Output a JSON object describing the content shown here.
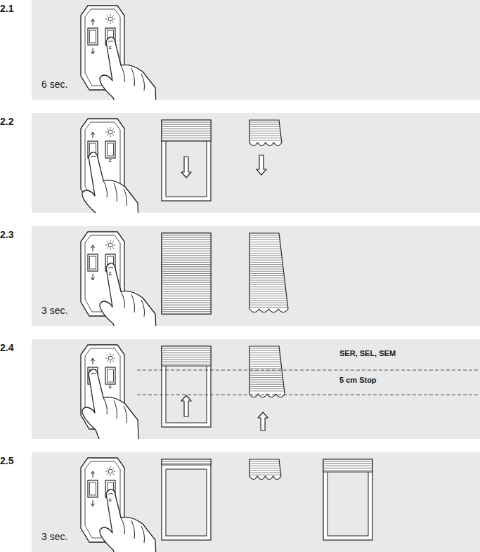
{
  "diagram": {
    "nodes": [
      {
        "text": [
          "2.1",
          "6 sec."
        ]
      },
      {
        "text": [
          "2.2"
        ]
      },
      {
        "text": [
          "2.3",
          "3 sec."
        ]
      },
      {
        "text": [
          "2.4",
          "SER, SEL, SEM",
          "5 cm Stop"
        ]
      },
      {
        "text": [
          "2.5",
          "3 sec."
        ]
      }
    ],
    "labels": [
      "E",
      "E",
      "E",
      "E",
      "E"
    ]
  }
}
